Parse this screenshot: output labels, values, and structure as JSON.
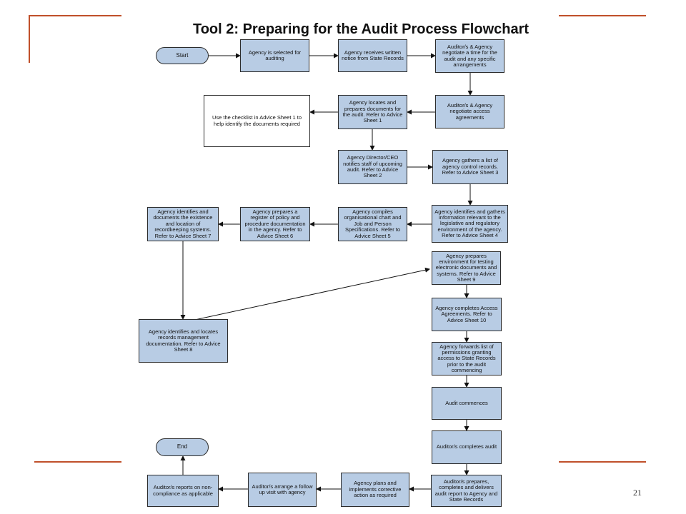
{
  "title": "Tool 2: Preparing for the Audit Process Flowchart",
  "page_number": "21",
  "accent_color": "#c0502a",
  "node_fill": "#b8cce4",
  "nodes": {
    "start": "Start",
    "n1": "Agency is selected for auditing",
    "n2": "Agency receives written notice from State Records",
    "n3": "Auditor/s & Agency negotiate a time for the audit and any specific arrangements",
    "n4": "Auditor/s & Agency negotiate access agreements",
    "n5": "Agency locates and prepares documents for the audit. Refer to Advice Sheet 1",
    "n6": "Use the checklist in Advice Sheet 1 to help identify the documents required",
    "n7": "Agency Director/CEO notifies staff of upcoming audit. Refer to Advice Sheet 2",
    "n8": "Agency gathers a list of agency control records. Refer to Advice Sheet 3",
    "n9": "Agency identifies and gathers information relevant to the legislative and regulatory environment of the agency. Refer to Advice Sheet 4",
    "n10": "Agency compiles organisational chart and Job and Person Specifications. Refer to Advice Sheet 5",
    "n11": "Agency prepares a register of policy and procedure documentation in the agency. Refer to Advice Sheet 6",
    "n12": "Agency identifies and documents the existence and location of recordkeeping systems. Refer to Advice Sheet 7",
    "n13": "Agency prepares environment for testing electronic documents and systems. Refer to Advice Sheet 9",
    "n14": "Agency identifies and locates records management documentation. Refer to Advice Sheet 8",
    "n15": "Agency completes Access Agreements. Refer to Advice Sheet 10",
    "n16": "Agency forwards list of permissions granting access to State Records prior to the audit commencing",
    "n17": "Audit commences",
    "n18": "Auditor/s completes audit",
    "n19": "Auditor/s prepares, completes and delivers audit report to Agency and State Records",
    "n20": "Agency plans and implements corrective action as required",
    "n21": "Auditor/s arrange a follow up visit with agency",
    "n22": "Auditor/s reports on non-compliance as applicable",
    "end": "End"
  }
}
